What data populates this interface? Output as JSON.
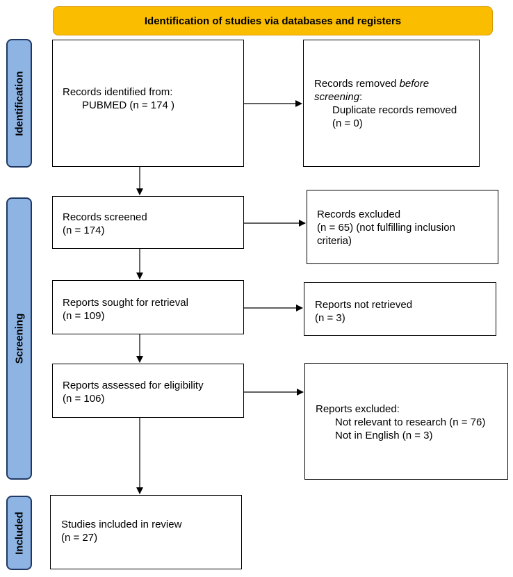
{
  "banner": {
    "title": "Identification of studies via databases and registers"
  },
  "phases": {
    "identification": "Identification",
    "screening": "Screening",
    "included": "Included"
  },
  "identified": {
    "line1": "Records identified from:",
    "line2": "PUBMED (n = 174 )"
  },
  "removed": {
    "word1": "Records",
    "word2": "removed",
    "word3": "before",
    "word4": "screening",
    "colon": ":",
    "line3": "Duplicate records removed",
    "line4": "(n = 0)"
  },
  "screened": {
    "line1": "Records screened",
    "line2": "(n = 174)"
  },
  "excluded": {
    "line1": "Records excluded",
    "w1": "(n",
    "w2": "=",
    "w3": "65)",
    "w4": "(not",
    "w5": "fulfilling",
    "w6": "inclusion",
    "line3": "criteria)"
  },
  "sought": {
    "line1": "Reports sought for retrieval",
    "line2": "(n = 109)"
  },
  "not_retrieved": {
    "line1": "Reports not retrieved",
    "line2": "(n = 3)"
  },
  "assessed": {
    "line1": "Reports assessed for eligibility",
    "line2": "(n = 106)"
  },
  "reports_excluded": {
    "line1": "Reports excluded:",
    "line2": "Not relevant to research (n = 76)",
    "line3": "Not in English (n = 3)"
  },
  "included": {
    "line1": "Studies included in review",
    "line2": "(n = 27)"
  }
}
